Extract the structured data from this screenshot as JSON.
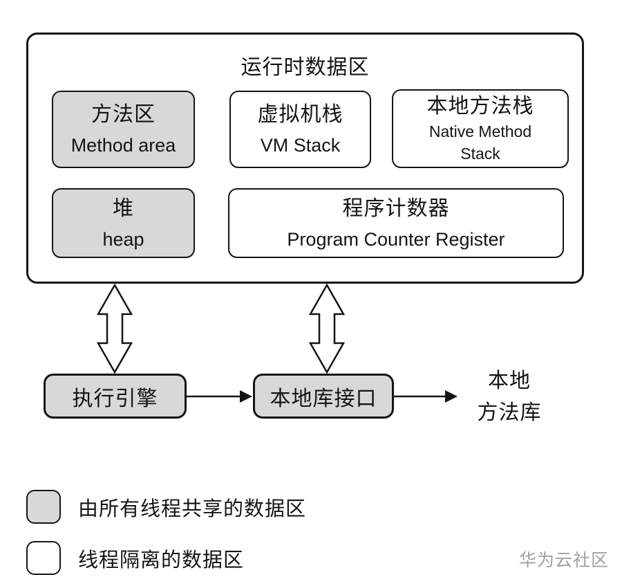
{
  "runtime_area": {
    "title": "运行时数据区",
    "boxes": [
      {
        "zh": "方法区",
        "en": "Method area",
        "type": "shared"
      },
      {
        "zh": "虚拟机栈",
        "en": "VM Stack",
        "type": "isolated"
      },
      {
        "zh": "本地方法栈",
        "en": "Native Method Stack",
        "type": "isolated"
      },
      {
        "zh": "堆",
        "en": "heap",
        "type": "shared"
      },
      {
        "zh": "程序计数器",
        "en": "Program Counter Register",
        "type": "isolated"
      }
    ]
  },
  "engine_row": {
    "execution_engine": "执行引擎",
    "native_library_interface": "本地库接口",
    "native_method_library_line1": "本地",
    "native_method_library_line2": "方法库"
  },
  "legend": {
    "items": [
      {
        "label": "由所有线程共享的数据区",
        "swatch": "shared"
      },
      {
        "label": "线程隔离的数据区",
        "swatch": "isolated"
      }
    ]
  },
  "watermark": "华为云社区",
  "colors": {
    "shared_fill": "#d8d8d8",
    "isolated_fill": "#ffffff",
    "border": "#141414",
    "watermark_gray": "#a0a0a0"
  }
}
